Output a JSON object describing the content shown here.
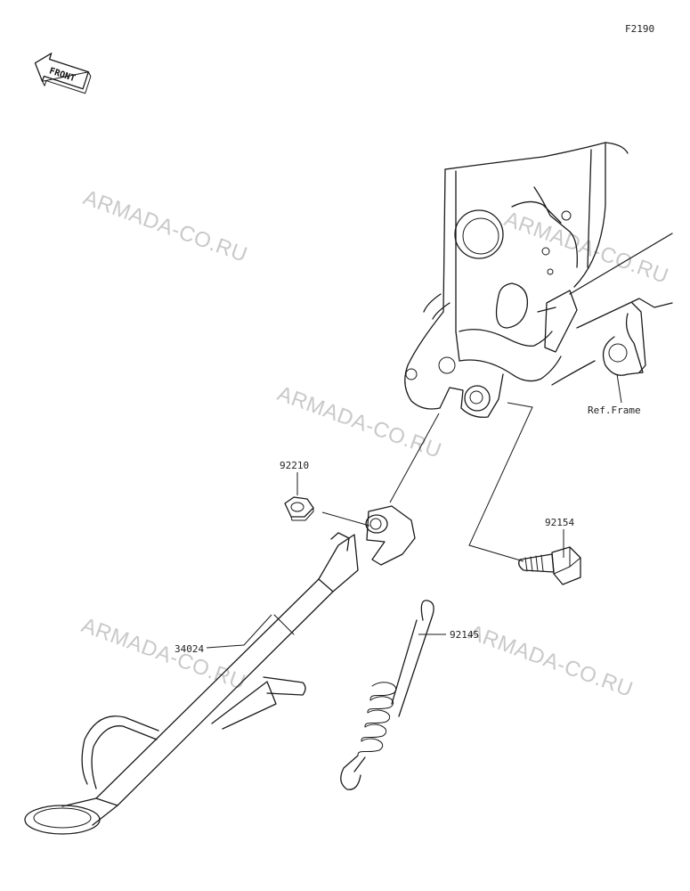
{
  "figure_code": "F2190",
  "front_badge": "FRONT",
  "watermark": "ARMADA-CO.RU",
  "parts": [
    {
      "number": "92210"
    },
    {
      "number": "92154"
    },
    {
      "number": "34024"
    },
    {
      "number": "92145"
    }
  ],
  "reference": "Ref.Frame"
}
